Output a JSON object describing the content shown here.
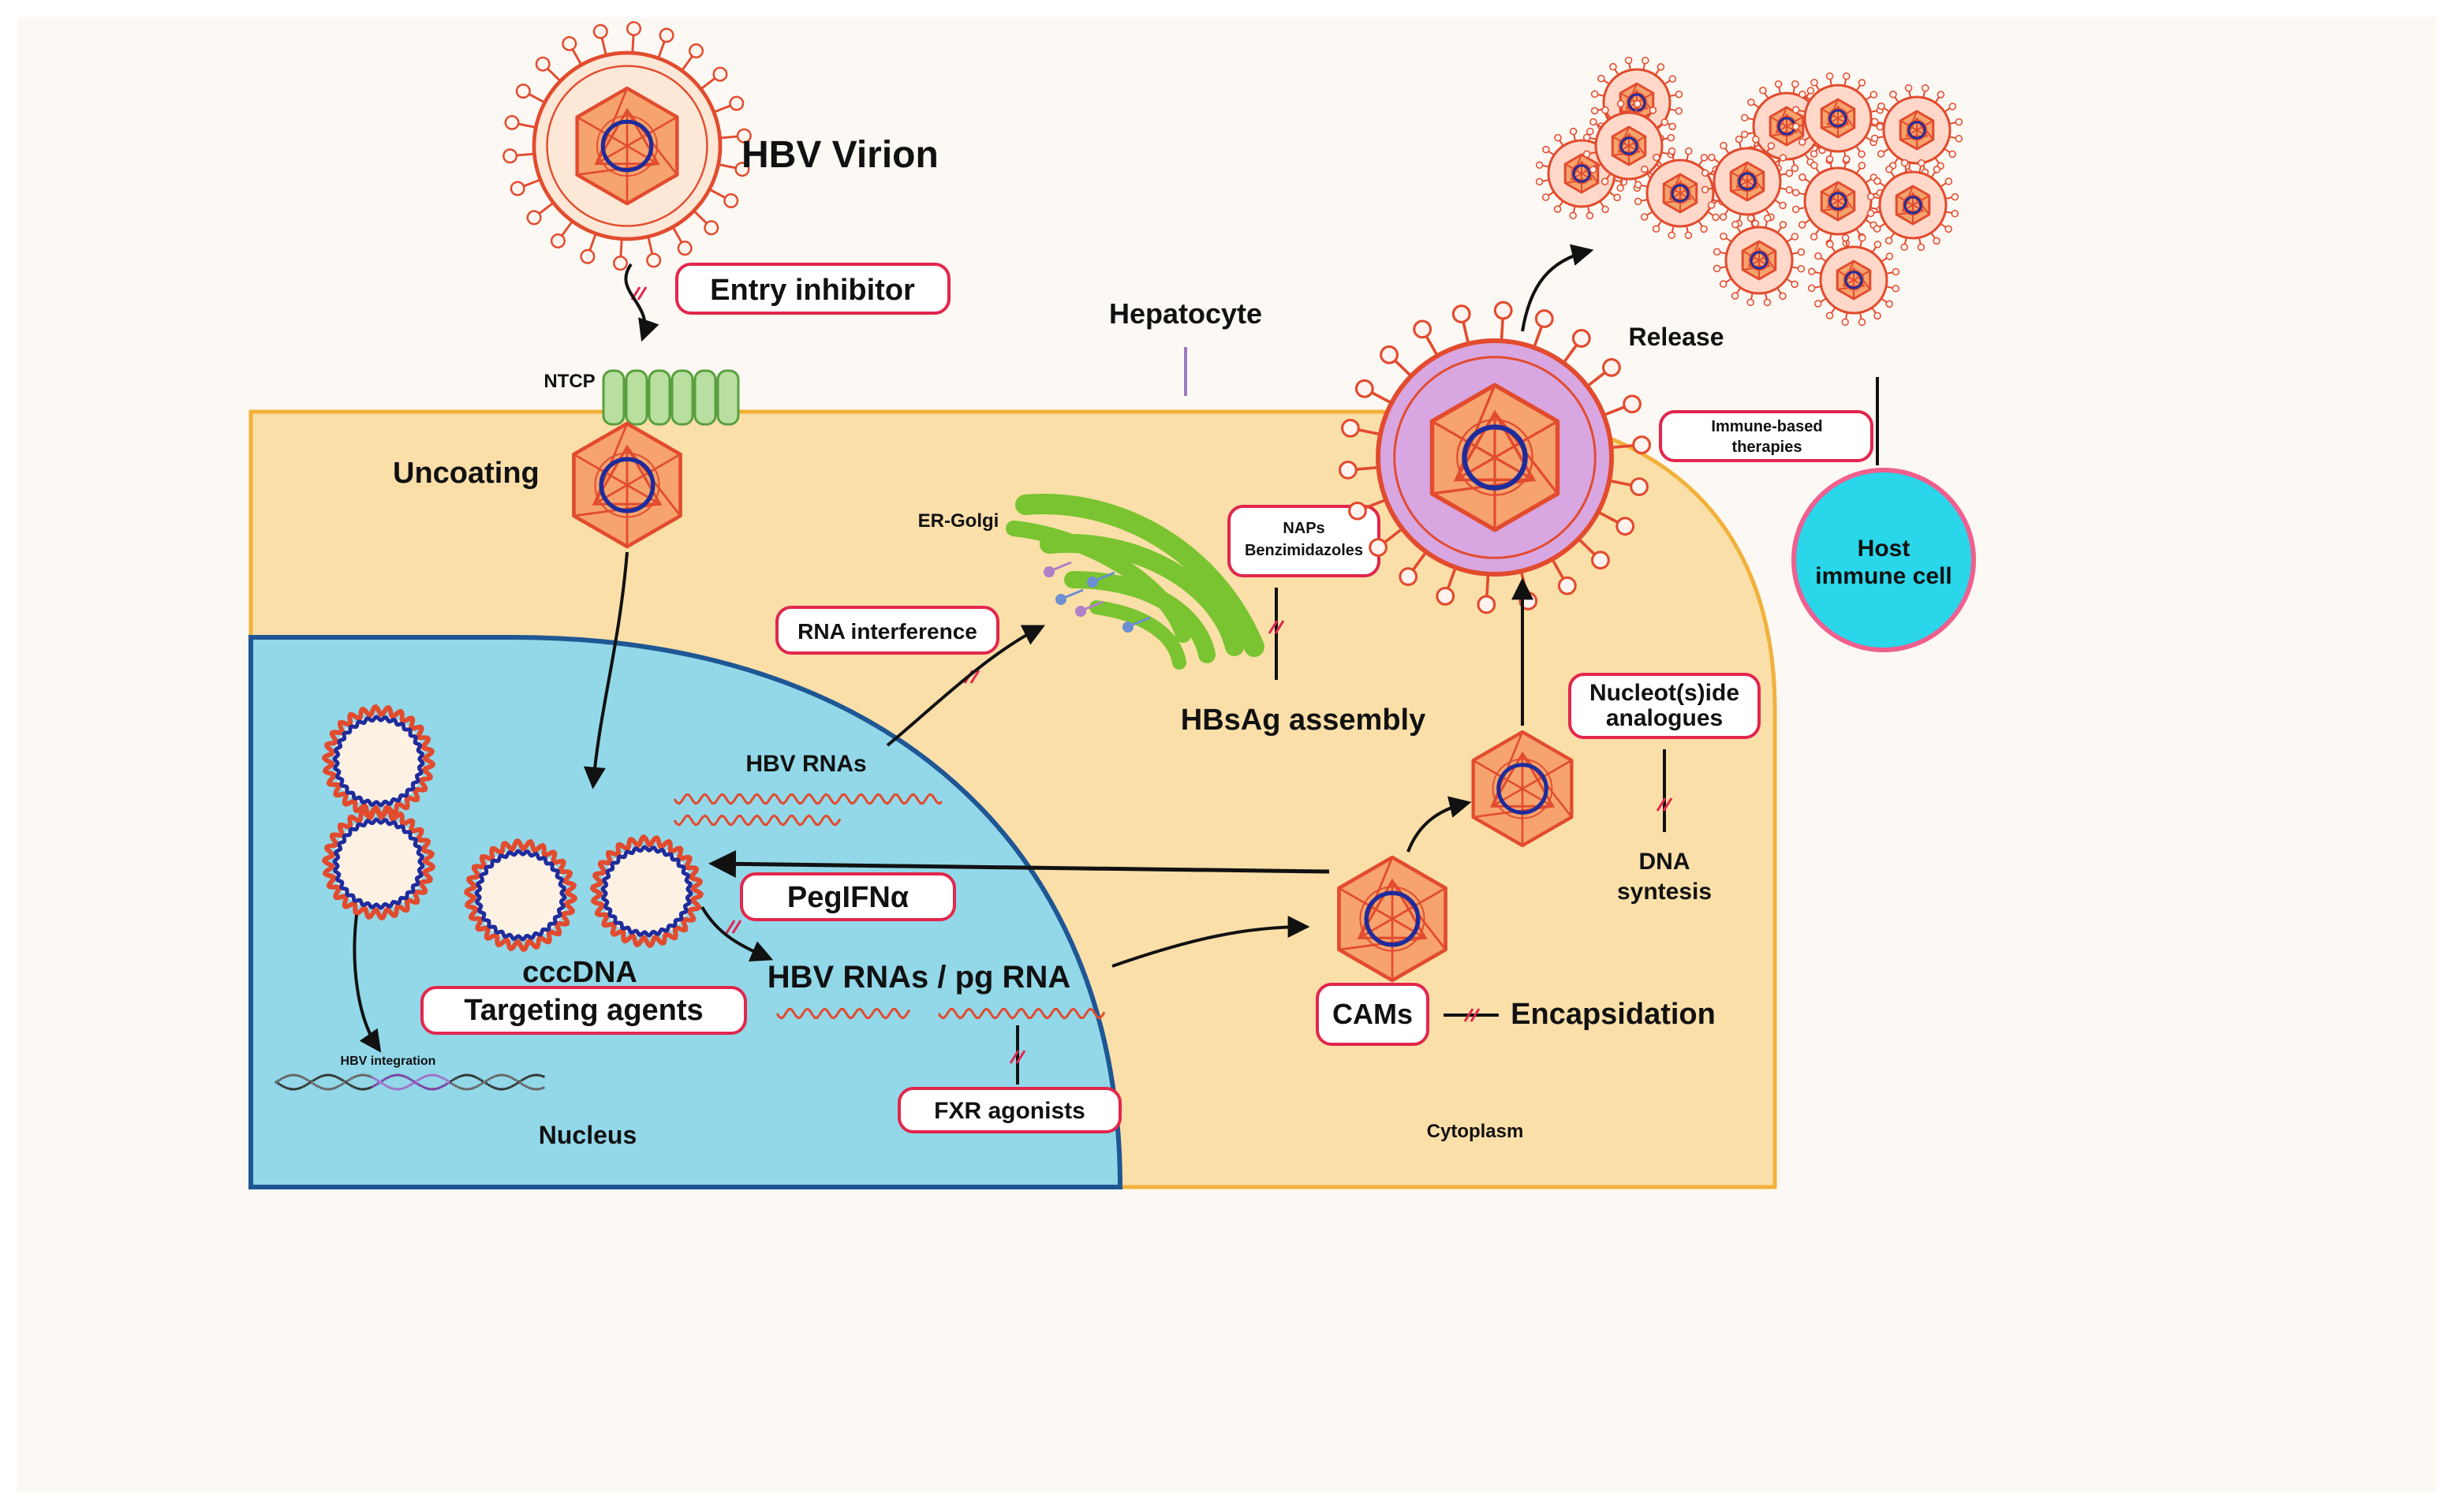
{
  "labels": {
    "virion": "HBV Virion",
    "entry_inhibitor": "Entry inhibitor",
    "hepatocyte": "Hepatocyte",
    "ntcp": "NTCP",
    "uncoating": "Uncoating",
    "er_golgi": "ER-Golgi",
    "naps_line1": "NAPs",
    "naps_line2": "Benzimidazoles",
    "rna_interference": "RNA interference",
    "hbsag_assembly": "HBsAg assembly",
    "hbv_rnas_upper": "HBV RNAs",
    "nucleos_line1": "Nucleot(s)ide",
    "nucleos_line2": "analogues",
    "dna_line1": "DNA",
    "dna_line2": "syntesis",
    "pegifn": "PegIFNα",
    "cccdna": "cccDNA",
    "targeting_agents": "Targeting agents",
    "hbv_rnas_pg": "HBV RNAs / pg RNA",
    "hbv_integration": "HBV integration",
    "fxr_agonists": "FXR agonists",
    "nucleus": "Nucleus",
    "cams": "CAMs",
    "encapsidation": "Encapsidation",
    "cytoplasm": "Cytoplasm",
    "release": "Release",
    "immune_line1": "Immune-based",
    "immune_line2": "therapies",
    "host_line1": "Host",
    "host_line2": "immune cell"
  },
  "colors": {
    "background": "#fcf8f3",
    "cytoplasm_fill": "#fbdfa9",
    "cytoplasm_border": "#f2b13b",
    "nucleus_fill": "#92d8e9",
    "nucleus_border": "#1f5694",
    "capsid": "#e24b2e",
    "capsid_fill": "#f6a36d",
    "dna_blue": "#1e2c9c",
    "badge_border": "#e2264d",
    "host_cell": "#2ad6ea",
    "host_border": "#ef5f8f",
    "golgi": "#79c430",
    "ntcp_fill": "#b8dea0",
    "ntcp_border": "#5a9f3e",
    "virion_envelope": "#d8a6e0"
  },
  "icons": {
    "virion": "virus-icon",
    "capsid": "icosahedral-capsid-icon",
    "inhibition": "inhibition-mark-icon"
  }
}
